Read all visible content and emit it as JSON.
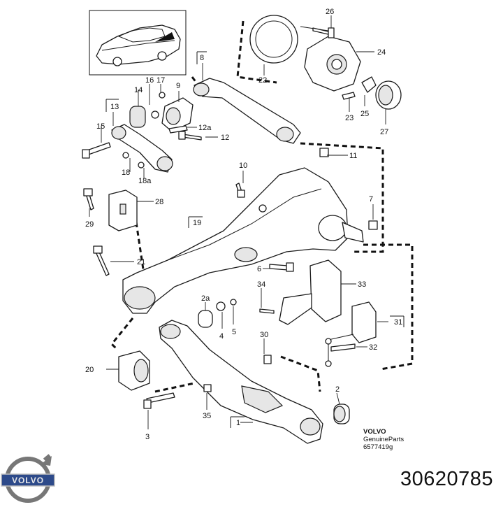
{
  "diagram": {
    "callouts": [
      {
        "id": "c1",
        "label": "1"
      },
      {
        "id": "c2",
        "label": "2"
      },
      {
        "id": "c2a",
        "label": "2a"
      },
      {
        "id": "c3",
        "label": "3"
      },
      {
        "id": "c4",
        "label": "4"
      },
      {
        "id": "c5",
        "label": "5"
      },
      {
        "id": "c6",
        "label": "6"
      },
      {
        "id": "c7",
        "label": "7"
      },
      {
        "id": "c8",
        "label": "8"
      },
      {
        "id": "c9",
        "label": "9"
      },
      {
        "id": "c10",
        "label": "10"
      },
      {
        "id": "c11",
        "label": "11"
      },
      {
        "id": "c12",
        "label": "12"
      },
      {
        "id": "c12a",
        "label": "12a"
      },
      {
        "id": "c13",
        "label": "13"
      },
      {
        "id": "c14",
        "label": "14"
      },
      {
        "id": "c15",
        "label": "15"
      },
      {
        "id": "c16",
        "label": "16"
      },
      {
        "id": "c17",
        "label": "17"
      },
      {
        "id": "c18",
        "label": "18"
      },
      {
        "id": "c18a",
        "label": "18a"
      },
      {
        "id": "c19",
        "label": "19"
      },
      {
        "id": "c20",
        "label": "20"
      },
      {
        "id": "c21",
        "label": "21"
      },
      {
        "id": "c22",
        "label": "22"
      },
      {
        "id": "c23",
        "label": "23"
      },
      {
        "id": "c24",
        "label": "24"
      },
      {
        "id": "c25",
        "label": "25"
      },
      {
        "id": "c26",
        "label": "26"
      },
      {
        "id": "c27",
        "label": "27"
      },
      {
        "id": "c28",
        "label": "28"
      },
      {
        "id": "c29",
        "label": "29"
      },
      {
        "id": "c30",
        "label": "30"
      },
      {
        "id": "c31",
        "label": "31"
      },
      {
        "id": "c32",
        "label": "32"
      },
      {
        "id": "c33",
        "label": "33"
      },
      {
        "id": "c34",
        "label": "34"
      },
      {
        "id": "c35",
        "label": "35"
      }
    ]
  },
  "branding": {
    "brand": "VOLVO",
    "genuine_parts": "GenuineParts",
    "catalog_code": "6577419g",
    "logo_text": "VOLVO"
  },
  "part_number": "30620785",
  "colors": {
    "ink": "#1a1a1a",
    "background": "#ffffff",
    "shade": "#e6e6e6"
  }
}
